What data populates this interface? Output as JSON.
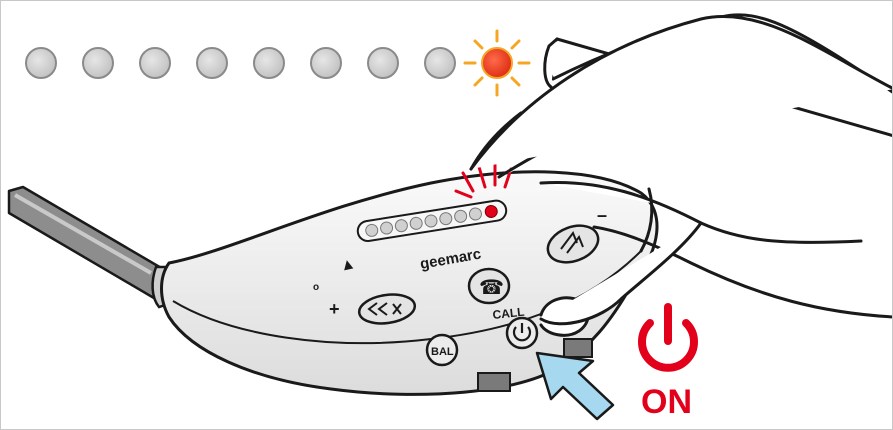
{
  "indicator_leds": {
    "count": 9,
    "lit_index": 8
  },
  "device": {
    "brand": "geemarc",
    "volume_plus_label": "+",
    "volume_minus_label": "–",
    "call_label": "CALL",
    "bal_label": "BAL",
    "triangle_mark": "▲",
    "circle_mark": "o"
  },
  "power_callout": {
    "on_label": "ON"
  },
  "colors": {
    "led_off": "#cfcfcf",
    "led_lit": "#e8391e",
    "led_glow": "#f5a623",
    "power_red": "#e3001b",
    "arrow_blue": "#a6d8ef",
    "device_body": "#f1f1f1",
    "outline": "#1a1a1a"
  }
}
